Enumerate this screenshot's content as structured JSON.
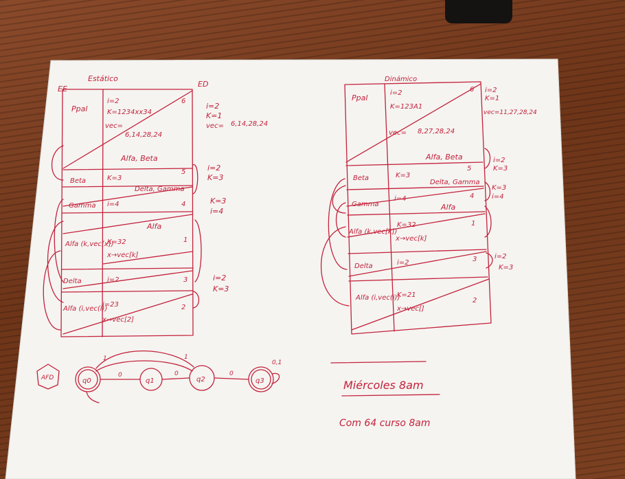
{
  "colors": {
    "ink": "#c3213a",
    "paper": "#f6f5f3",
    "desk": "#7a3d22"
  },
  "left": {
    "title": "Estático",
    "ee_label": "EE",
    "ed_label": "ED",
    "rows": [
      {
        "name": "Ppal",
        "vars": [
          "i=2",
          "K=1234xx34",
          "vec=",
          "6,14,28,24"
        ],
        "num": "6"
      },
      {
        "name": "Beta",
        "vars": [
          "K=3"
        ],
        "num": "5"
      },
      {
        "name": "Gamma",
        "vars": [
          "i=4"
        ],
        "num": "4"
      },
      {
        "name": "Alfa (k,vec[x])",
        "vars": [
          "K=32",
          "x→vec[k]"
        ],
        "num": "1"
      },
      {
        "name": "Delta",
        "vars": [
          "i=2"
        ],
        "num": "3"
      },
      {
        "name": "Alfa (i,vec(i))",
        "vars": [
          "i=23",
          "x→vec[2]"
        ],
        "num": "2"
      }
    ],
    "notes": [
      "Alfa, Beta",
      "Delta, Gamma",
      "Alfa"
    ],
    "side": [
      "i=2",
      "K=1",
      "vec=",
      "6,14,28,24",
      "i=2",
      "K=3",
      "K=3",
      "i=4",
      "i=2",
      "K=3"
    ]
  },
  "right": {
    "title": "Dinámico",
    "rows": [
      {
        "name": "Ppal",
        "vars": [
          "i=2",
          "K=123A1",
          "vec=",
          "8,27,28,24"
        ],
        "num": "6"
      },
      {
        "name": "Beta",
        "vars": [
          "K=3"
        ],
        "num": "5"
      },
      {
        "name": "Gamma",
        "vars": [
          "i=4"
        ],
        "num": "4"
      },
      {
        "name": "Alfa (k,vec[k])",
        "vars": [
          "K=32",
          "x→vec[k]"
        ],
        "num": "1"
      },
      {
        "name": "Delta",
        "vars": [
          "i=2"
        ],
        "num": "3"
      },
      {
        "name": "Alfa (i,vec(i))",
        "vars": [
          "K=21",
          "x→vec[]"
        ],
        "num": "2"
      }
    ],
    "notes": [
      "Alfa, Beta",
      "Delta, Gamma",
      "Alfa"
    ],
    "side": [
      "i=2",
      "K=1",
      "vec=11,27,28,24",
      "i=2",
      "K=3",
      "K=3",
      "i=4",
      "i=2",
      "K=3"
    ]
  },
  "automaton": {
    "label": "AFD",
    "states": [
      "q0",
      "q1",
      "q2",
      "q3"
    ],
    "edges": [
      "0",
      "0",
      "0",
      "1",
      "1",
      "0,1"
    ]
  },
  "notes_bottom": [
    "Miércoles 8am",
    "Com 64 curso 8am"
  ]
}
